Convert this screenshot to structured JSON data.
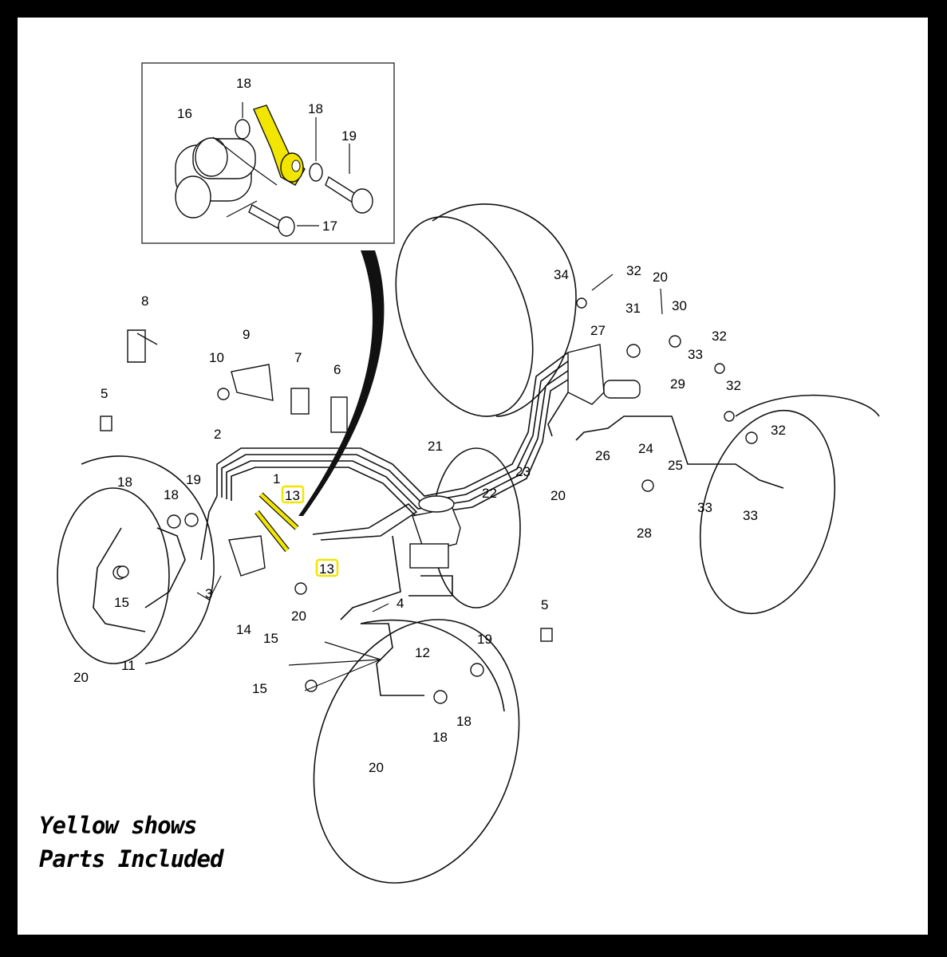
{
  "diagram": {
    "inset_labels": [
      "18",
      "16",
      "18",
      "19",
      "17"
    ],
    "callouts": [
      "34",
      "32",
      "20",
      "31",
      "30",
      "27",
      "32",
      "33",
      "29",
      "32",
      "8",
      "9",
      "10",
      "7",
      "6",
      "5",
      "2",
      "21",
      "22",
      "23",
      "26",
      "24",
      "25",
      "32",
      "33",
      "33",
      "20",
      "28",
      "1",
      "13",
      "18",
      "18",
      "19",
      "3",
      "15",
      "13",
      "14",
      "15",
      "20",
      "4",
      "5",
      "19",
      "12",
      "20",
      "11",
      "15",
      "18",
      "18",
      "20"
    ],
    "highlight_color": "#f2e600"
  },
  "note": {
    "line1": "Yellow shows",
    "line2": "Parts Included"
  }
}
